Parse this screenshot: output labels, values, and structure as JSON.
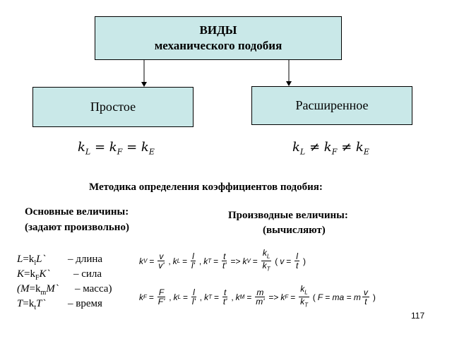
{
  "top_box": {
    "line1": "ВИДЫ",
    "line2": "механического подобия"
  },
  "simple_box": {
    "label": "Простое"
  },
  "extended_box": {
    "label": "Расширенное"
  },
  "eq_simple": {
    "kL": "k",
    "L": "L",
    "eq1": "=",
    "kF": "k",
    "F": "F",
    "eq2": "=",
    "kE": "k",
    "E": "E"
  },
  "eq_ext": {
    "kL": "k",
    "L": "L",
    "ne1": "≠",
    "kF": "k",
    "F": "F",
    "ne2": "≠",
    "kE": "k",
    "E": "E"
  },
  "method_title": "Методика определения коэффициентов подобия:",
  "basic": {
    "title": "Основные величины:",
    "subtitle": "(задают произвольно)"
  },
  "derived": {
    "title": "Производные величины:",
    "subtitle": "(вычисляют)"
  },
  "basic_list": [
    {
      "lhs": "L",
      "eq": "=k",
      "sub": "l",
      "rhs": "L`",
      "desc": "– длина"
    },
    {
      "lhs": "K",
      "eq": "=k",
      "sub": "F",
      "rhs": "K`",
      "desc": "– сила"
    },
    {
      "lhs": "(M",
      "eq": "=k",
      "sub": "m",
      "rhs": "M`",
      "desc": "– масса)"
    },
    {
      "lhs": "T",
      "eq": "=k",
      "sub": "t",
      "rhs": "T`",
      "desc": "– время"
    }
  ],
  "formula1": {
    "kv": "k",
    "kv_sub": "V",
    "v_num": "v",
    "v_den": "v'",
    "kl": "k",
    "kl_sub": "L",
    "l_num": "l",
    "l_den": "l'",
    "kt": "k",
    "kt_sub": "T",
    "t_num": "t",
    "t_den": "t'",
    "arrow": "=>",
    "kv2": "k",
    "kv2_sub": "V",
    "r_num": "kL",
    "r_num_sub": "L",
    "r_den": "kT",
    "r_den_sub": "T",
    "paren_v": "v",
    "paren_num": "l",
    "paren_den": "t"
  },
  "formula2": {
    "kf": "k",
    "kf_sub": "F",
    "f_num": "F",
    "f_den": "F'",
    "kl": "k",
    "kl_sub": "L",
    "l_num": "l",
    "l_den": "l'",
    "kt": "k",
    "kt_sub": "T",
    "t_num": "t",
    "t_den": "t'",
    "km": "k",
    "km_sub": "M",
    "m_num": "m",
    "m_den": "m'",
    "arrow": "=>",
    "kf2": "k",
    "kf2_sub": "F",
    "r_num": "k",
    "r_num_sub": "L",
    "r_den": "k",
    "r_den_sub": "T",
    "paren": "F = ma = m",
    "paren_num": "v",
    "paren_den": "t"
  },
  "page_number": "117"
}
